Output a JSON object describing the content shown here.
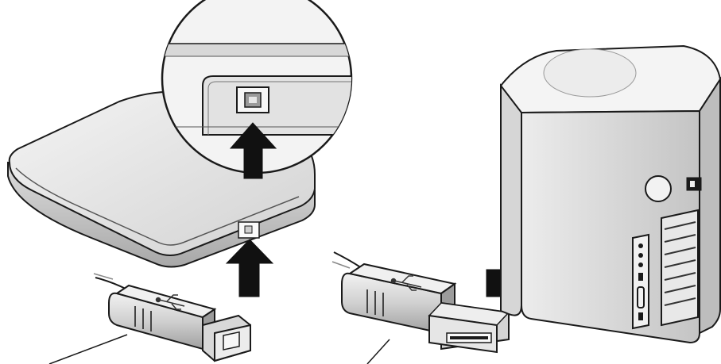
{
  "figure": {
    "kind": "usb-connection-illustration",
    "text_labels": [],
    "colors": {
      "background": "#ffffff",
      "outline": "#1a1a1a",
      "light_gray": "#e4e4e4",
      "mid_gray": "#c8c8c8",
      "dark_gray": "#8a8a8a",
      "arrow": "#111111"
    },
    "arrows": [
      {
        "name": "arrow-up-into-device-port",
        "direction": "up"
      },
      {
        "name": "arrow-up-in-magnifier",
        "direction": "up"
      },
      {
        "name": "arrow-right-into-computer",
        "direction": "right"
      }
    ],
    "components": [
      {
        "name": "scanner-device",
        "icon": "flatbed-device"
      },
      {
        "name": "magnified-port-detail",
        "icon": "magnifier-circle"
      },
      {
        "name": "usb-type-b-plug",
        "icon": "usb-b-connector",
        "symbol": "usb-trident"
      },
      {
        "name": "usb-type-a-plug",
        "icon": "usb-a-connector",
        "symbol": "usb-trident"
      },
      {
        "name": "computer-tower",
        "icon": "desktop-tower"
      }
    ]
  }
}
